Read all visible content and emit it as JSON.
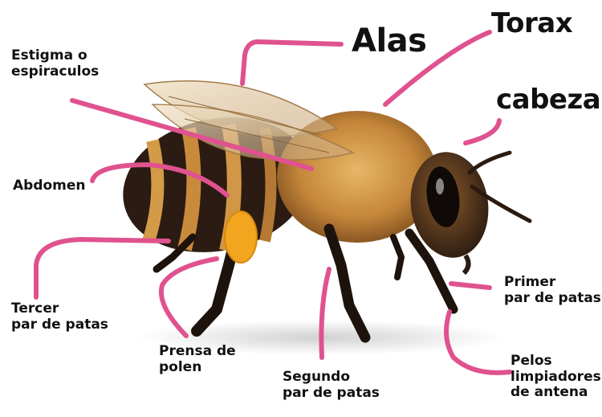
{
  "diagram": {
    "labels": {
      "alas": "Alas",
      "torax": "Torax",
      "cabeza": "cabeza",
      "estigma": "Estigma o\nespiraculos",
      "abdomen": "Abdomen",
      "tercer": "Tercer\npar de patas",
      "prensa": "Prensa de\npolen",
      "segundo": "Segundo\npar de patas",
      "primer": "Primer\npar de patas",
      "pelos": "Pelos\nlimpiadores\nde antena"
    },
    "colors": {
      "leader": "#e0528f",
      "text": "#111111",
      "pollen": "#f2a51f",
      "body_dark": "#2a1a10",
      "body_fur": "#c98a3c"
    }
  }
}
